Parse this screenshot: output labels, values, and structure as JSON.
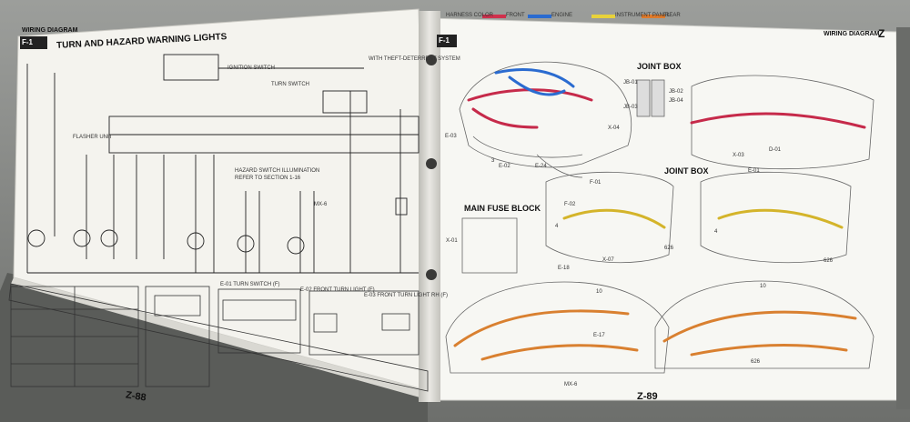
{
  "left_page": {
    "header": "WIRING DIAGRAM",
    "section_code": "F-1",
    "section_title": "TURN AND HAZARD WARNING LIGHTS",
    "page_number": "Z-88",
    "labels": {
      "ignition_switch": "IGNITION SWITCH",
      "turn_switch": "TURN SWITCH",
      "flasher_unit": "FLASHER UNIT",
      "hazard_illum": "HAZARD SWITCH ILLUMINATION",
      "refer_section": "REFER TO SECTION 1-16",
      "theft": "WITH THEFT-DETERRENT SYSTEM",
      "mx6": "MX-6"
    },
    "connector_table": [
      "E-01 TURN SWITCH (F)",
      "E-02 FRONT TURN LIGHT (F)",
      "E-03 FRONT TURN LIGHT RH (F)"
    ]
  },
  "right_page": {
    "header": "WIRING DIAGRAM",
    "section_letter": "Z",
    "section_code": "F-1",
    "page_number": "Z-89",
    "legend": {
      "title": "HARNESS COLOR",
      "items": [
        {
          "label": "FRONT",
          "color": "#d0304c"
        },
        {
          "label": "ENGINE",
          "color": "#2a6bd0"
        },
        {
          "label": "INSTRUMENT PANEL",
          "color": "#e8d23a"
        },
        {
          "label": "REAR",
          "color": "#e07a2a"
        }
      ]
    },
    "labels": {
      "joint_box": "JOINT BOX",
      "joint_box_2": "JOINT BOX",
      "main_fuse_block": "MAIN FUSE BLOCK",
      "e03": "E-03",
      "e02": "E-02",
      "e24": "E-24",
      "e18": "E-18",
      "e17": "E-17",
      "f01": "F-01",
      "f02": "F-02",
      "x01": "X-01",
      "x04": "X-04",
      "x07": "X-07",
      "x03": "X-03",
      "d01": "D-01",
      "e01": "E-01",
      "jb01": "JB-01",
      "jb03": "JB-03",
      "jb02": "JB-02",
      "jb04": "JB-04",
      "mx6": "MX-6",
      "n626a": "626",
      "n626b": "626",
      "n626c": "626",
      "n3": "3",
      "n4a": "4",
      "n4b": "4",
      "n10a": "10",
      "n10b": "10"
    }
  }
}
